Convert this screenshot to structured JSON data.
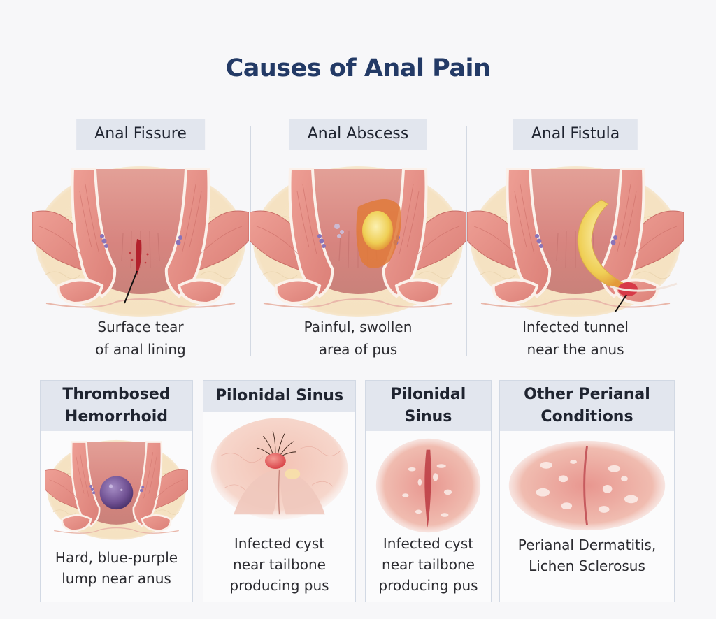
{
  "title": "Causes of Anal Pain",
  "top_row": [
    {
      "label": "Anal Fissure",
      "description_lines": [
        "Surface tear",
        "of anal lining"
      ],
      "illustration": "anal-fissure-cross-section"
    },
    {
      "label": "Anal Abscess",
      "description_lines": [
        "Painful, swollen",
        "area of pus"
      ],
      "illustration": "anal-abscess-cross-section"
    },
    {
      "label": "Anal Fistula",
      "description_lines": [
        "Infected tunnel",
        "near the anus"
      ],
      "illustration": "anal-fistula-cross-section"
    }
  ],
  "bottom_row": [
    {
      "label_lines": [
        "Thrombosed",
        "Hemorrhoid"
      ],
      "description_lines": [
        "Hard, blue-purple",
        "lump near anus"
      ],
      "illustration": "thrombosed-hemorrhoid-cross-section"
    },
    {
      "label_lines": [
        "Pilonidal Sinus"
      ],
      "description_lines": [
        "Infected cyst",
        "near tailbone",
        "producing pus"
      ],
      "illustration": "pilonidal-sinus-skin-view"
    },
    {
      "label_lines": [
        "Pilonidal",
        "Sinus"
      ],
      "description_lines": [
        "Infected cyst",
        "near tailbone",
        "producing pus"
      ],
      "illustration": "pilonidal-sinus-closeup"
    },
    {
      "label_lines": [
        "Other Perianal",
        "Conditions"
      ],
      "description_lines": [
        "Perianal Dermatitis,",
        "Lichen Sclerosus"
      ],
      "illustration": "perianal-dermatitis-skin-view"
    }
  ],
  "colors": {
    "title": "#233a66",
    "label_bg": "#e2e6ee",
    "muscle": "#e8938a",
    "fat": "#f6e4c4",
    "lumen": "#d98a85",
    "pus": "#f2d66a",
    "hemorrhoid": "#7d5a9c",
    "blood": "#b8232e"
  }
}
